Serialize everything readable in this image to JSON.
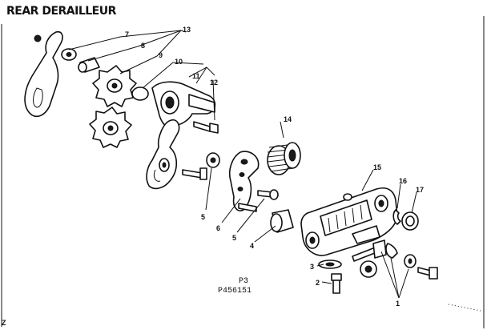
{
  "title": "REAR DERAILLEUR",
  "figure_code": "P3",
  "part_code": "P456151",
  "corner_mark": "Z",
  "callouts": {
    "c1": "1",
    "c2": "2",
    "c3": "3",
    "c4": "4",
    "c5a": "5",
    "c5b": "5",
    "c6": "6",
    "c7": "7",
    "c8": "8",
    "c9": "9",
    "c10": "10",
    "c11": "11",
    "c12": "12",
    "c13": "13",
    "c14": "14",
    "c15": "15",
    "c16": "16",
    "c17": "17"
  }
}
